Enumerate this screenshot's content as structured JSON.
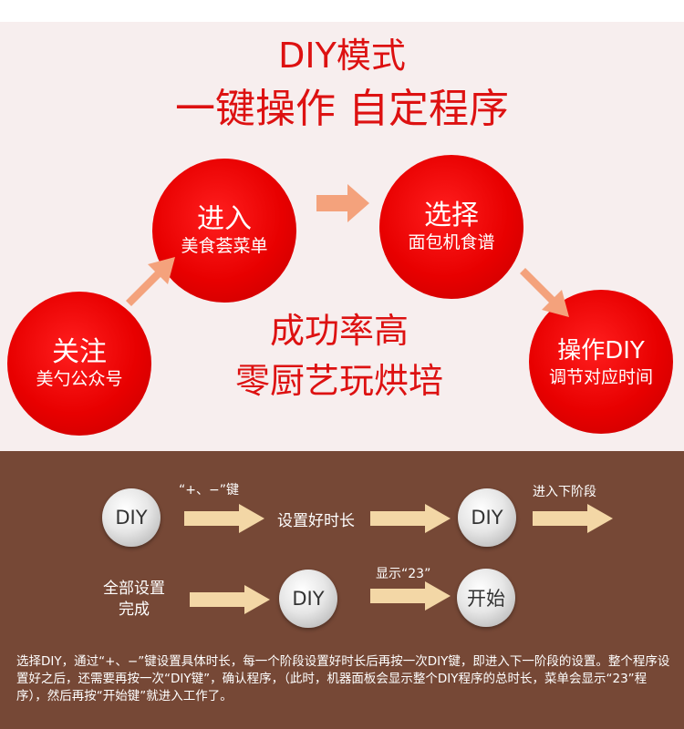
{
  "header": {
    "line1": "DIY模式",
    "line2": "一键操作 自定程序"
  },
  "steps": [
    {
      "main": "关注",
      "sub": "美勺公众号"
    },
    {
      "main": "进入",
      "sub": "美食荟菜单"
    },
    {
      "main": "选择",
      "sub": "面包机食谱"
    },
    {
      "main": "操作DIY",
      "sub": "调节对应时间"
    }
  ],
  "slogan": {
    "line1": "成功率高",
    "line2": "零厨艺玩烘培"
  },
  "colors": {
    "title_red": "#dd1111",
    "arrow_orange": "#f4a27c",
    "bottom_bg": "#764836",
    "top_bg": "#f7eeee"
  },
  "flow": {
    "btn_diy": "DIY",
    "btn_start": "开始",
    "label_plus_minus": "“+、−”键",
    "label_set_time": "设置好时长",
    "label_next_stage": "进入下阶段",
    "label_all_done": "全部设置\n完成",
    "label_display_23": "显示“23”"
  },
  "note": "选择DIY，通过“+、−”键设置具体时长，每一个阶段设置好时长后再按一次DIY键，即进入下一阶段的设置。整个程序设置好之后，还需要再按一次“DIY键”，确认程序，（此时，机器面板会显示整个DIY程序的总时长，菜单会显示“23”程序），然后再按“开始键”就进入工作了。"
}
